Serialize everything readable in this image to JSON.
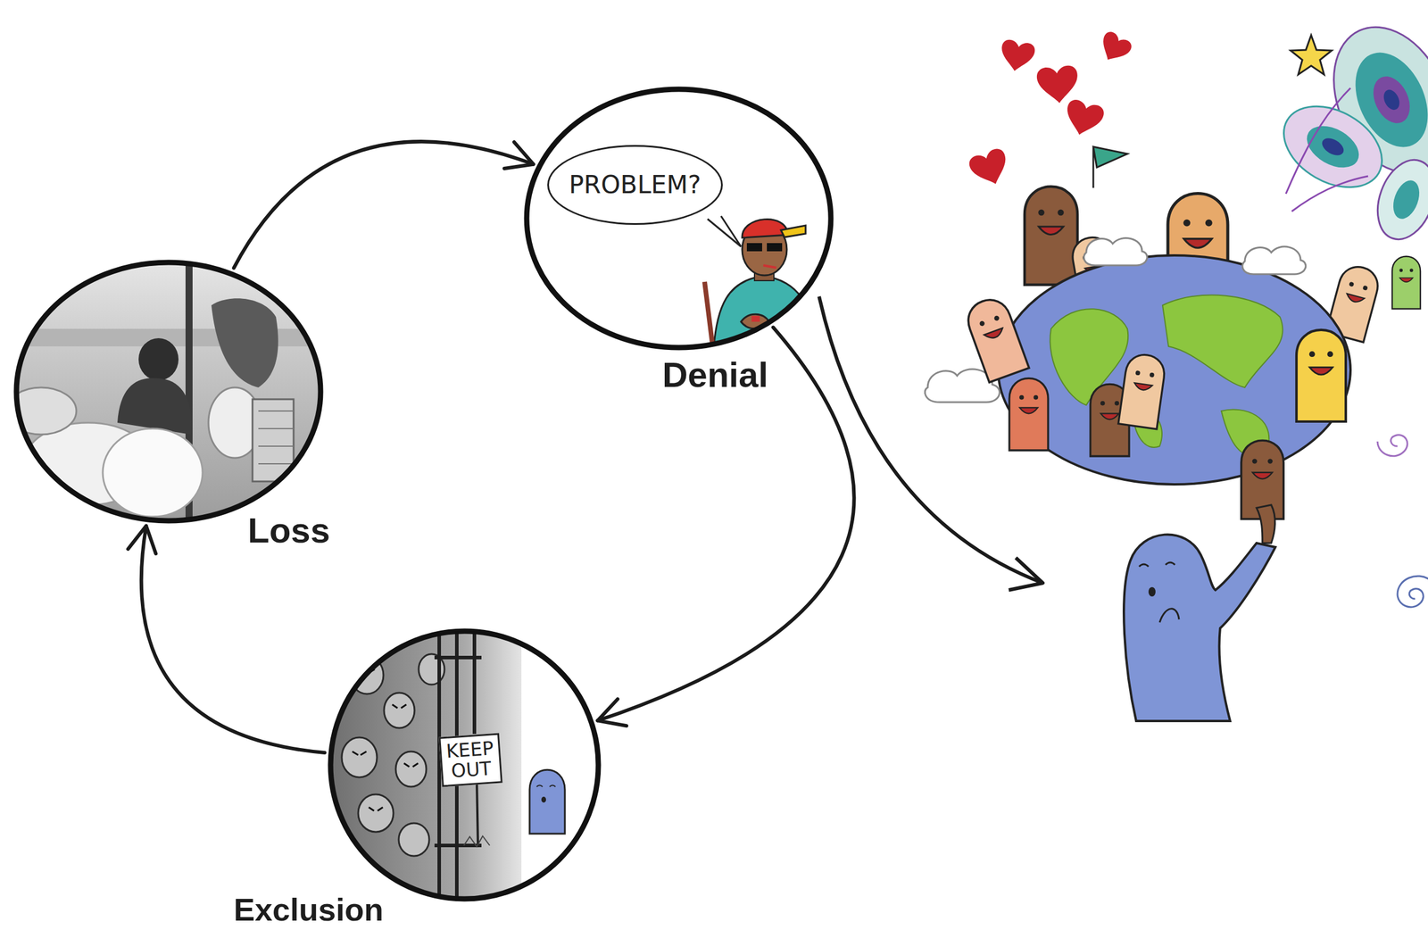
{
  "diagram": {
    "nodes": [
      {
        "text": [
          "PROBLEM?",
          "Denial"
        ]
      },
      {
        "text": [
          "KEEP OUT",
          "Exclusion"
        ]
      },
      {
        "text": [
          "Loss"
        ]
      }
    ],
    "edges": [
      {
        "from": 2,
        "to": 0,
        "arrow": "to"
      },
      {
        "from": 0,
        "to": 1,
        "arrow": "to"
      },
      {
        "from": 1,
        "to": 2,
        "arrow": "to"
      }
    ]
  }
}
